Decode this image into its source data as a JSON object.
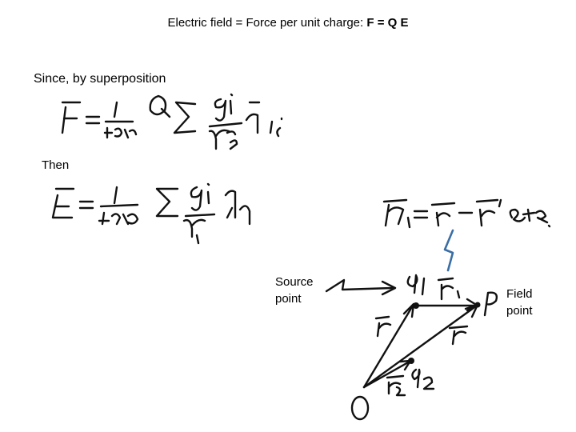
{
  "header": {
    "title_prefix": "Electric field = Force per unit charge:",
    "title_formula": "F = Q E"
  },
  "body": {
    "since_text": "Since, by superposition",
    "then_text": "Then"
  },
  "diagram": {
    "source_label_line1": "Source",
    "source_label_line2": "point",
    "field_label_line1": "Field",
    "field_label_line2": "point"
  },
  "colors": {
    "text": "#000000",
    "ink": "#111111",
    "pointer": "#3a6ea5"
  }
}
